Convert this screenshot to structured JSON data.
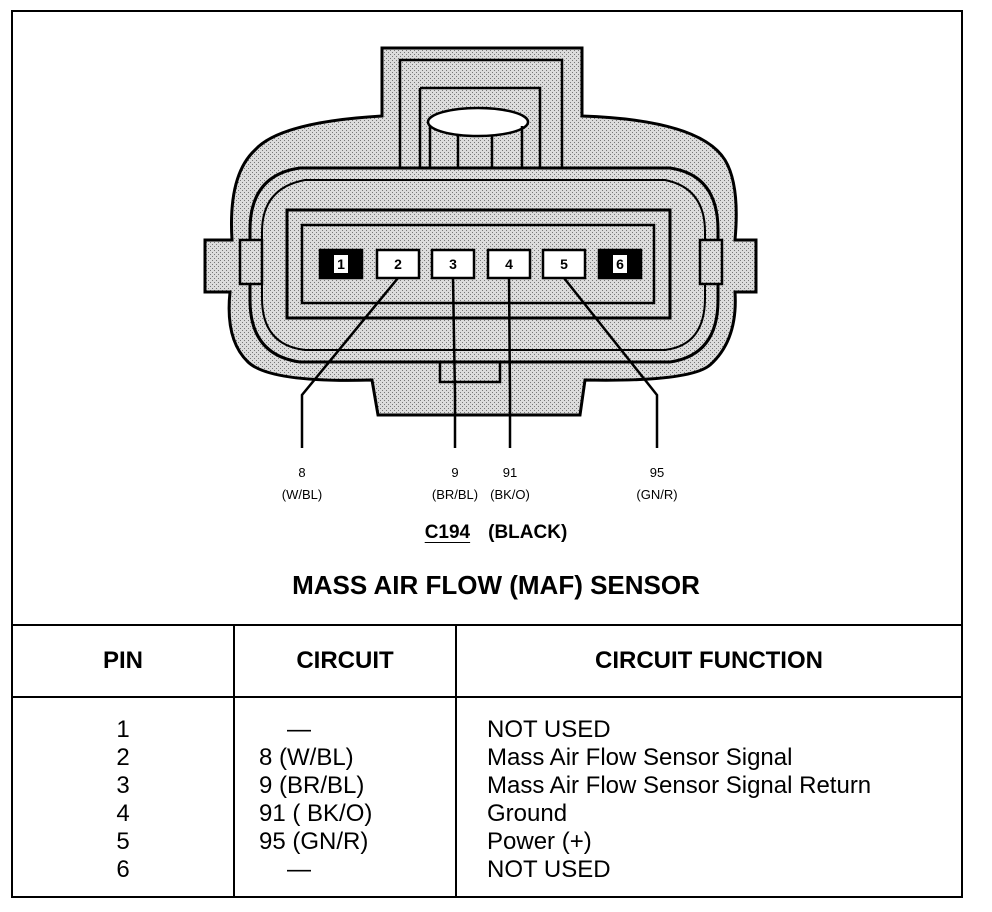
{
  "connector": {
    "pins": [
      "1",
      "2",
      "3",
      "4",
      "5",
      "6"
    ],
    "unused_pins": [
      "1",
      "6"
    ],
    "wires": [
      {
        "pin": "2",
        "circuit": "8",
        "color": "(W/BL)"
      },
      {
        "pin": "3",
        "circuit": "9",
        "color": "(BR/BL)"
      },
      {
        "pin": "4",
        "circuit": "91",
        "color": "(BK/O)"
      },
      {
        "pin": "5",
        "circuit": "95",
        "color": "(GN/R)"
      }
    ],
    "id": "C194",
    "housing_color": "(BLACK)"
  },
  "title": "MASS AIR FLOW (MAF) SENSOR",
  "table": {
    "headers": [
      "PIN",
      "CIRCUIT",
      "CIRCUIT FUNCTION"
    ],
    "rows": [
      {
        "pin": "1",
        "circuit": "—",
        "function": "NOT USED"
      },
      {
        "pin": "2",
        "circuit": "8 (W/BL)",
        "function": "Mass Air Flow Sensor Signal"
      },
      {
        "pin": "3",
        "circuit": "9 (BR/BL)",
        "function": "Mass Air Flow Sensor Signal Return"
      },
      {
        "pin": "4",
        "circuit": "91 ( BK/O)",
        "function": "Ground"
      },
      {
        "pin": "5",
        "circuit": "95 (GN/R)",
        "function": "Power (+)"
      },
      {
        "pin": "6",
        "circuit": "—",
        "function": "NOT USED"
      }
    ]
  }
}
